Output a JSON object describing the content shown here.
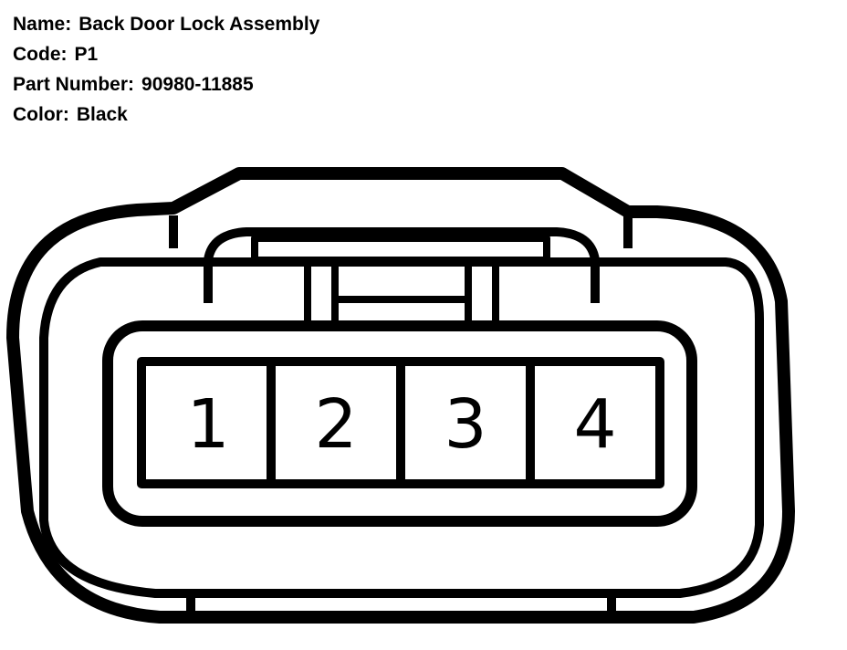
{
  "info": {
    "name_label": "Name:",
    "name_value": "Back Door Lock Assembly",
    "code_label": "Code:",
    "code_value": "P1",
    "part_label": "Part Number:",
    "part_value": "90980-11885",
    "color_label": "Color:",
    "color_value": "Black"
  },
  "pins": [
    "1",
    "2",
    "3",
    "4"
  ]
}
